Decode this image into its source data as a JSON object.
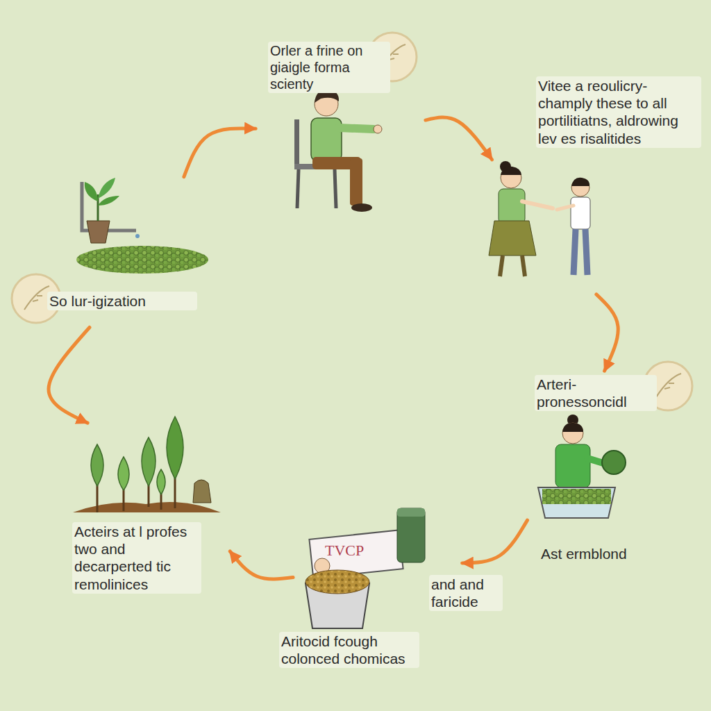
{
  "diagram": {
    "nodes": [
      {
        "text": [
          "Orler a frine on giaigle forma scienty"
        ]
      },
      {
        "text": [
          "Vitee a reoulicry- champly these to all portilitiatns, aldrowing lev es risalitides"
        ]
      },
      {
        "text": [
          "Arteri- pronessoncidl",
          "Ast ermblond"
        ]
      },
      {
        "text": [
          "and and faricide",
          "Aritocid fcough colonced chomicas"
        ]
      },
      {
        "text": [
          "Acteirs at l profes two and decarperted tic remolinices"
        ]
      },
      {
        "text": [
          "So lur-igization"
        ]
      }
    ],
    "edges": [
      {
        "from": 5,
        "to": 0,
        "arrow": "to"
      },
      {
        "from": 0,
        "to": 1,
        "arrow": "to"
      },
      {
        "from": 1,
        "to": 2,
        "arrow": "to"
      },
      {
        "from": 2,
        "to": 3,
        "arrow": "to"
      },
      {
        "from": 3,
        "to": 4,
        "arrow": "to"
      },
      {
        "from": 5,
        "to": 4,
        "arrow": "to"
      }
    ],
    "labels": [
      "TVCP"
    ]
  }
}
